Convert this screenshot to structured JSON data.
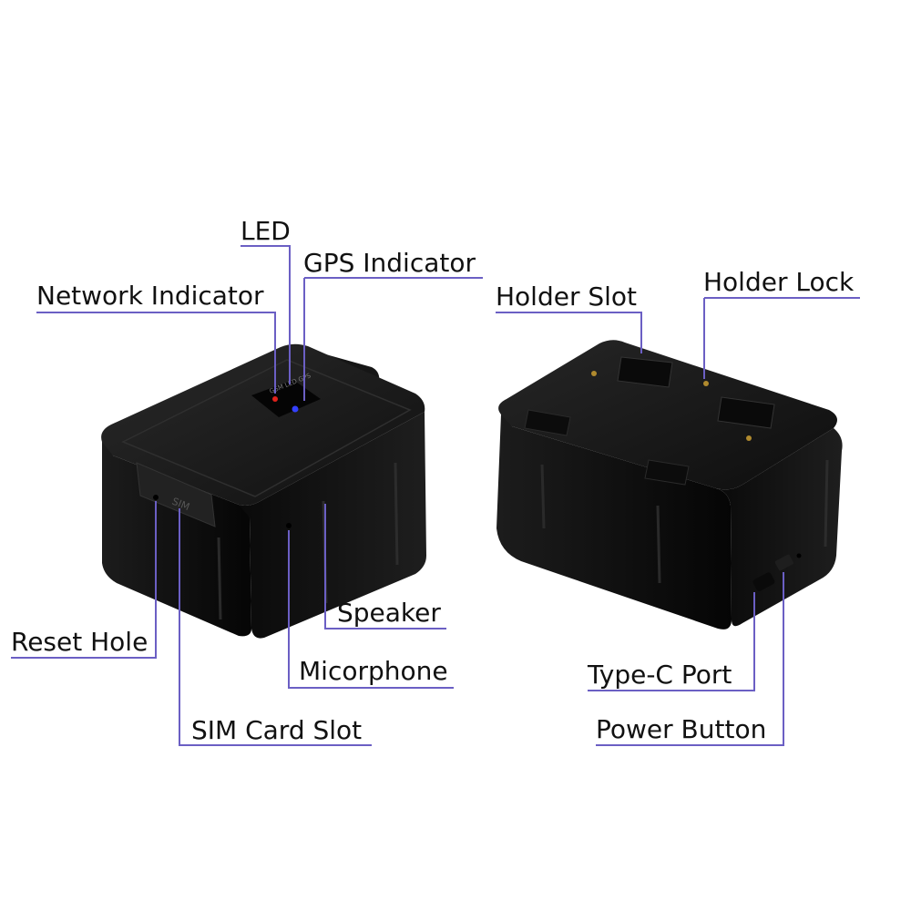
{
  "colors": {
    "leader_line": "#6b5fc4",
    "device_body": "#141414",
    "led_red": "#e0221b",
    "led_blue": "#3340ff"
  },
  "labels": {
    "led": "LED",
    "gps_indicator": "GPS Indicator",
    "network_indicator": "Network Indicator",
    "holder_slot": "Holder Slot",
    "holder_lock": "Holder Lock",
    "speaker": "Speaker",
    "reset_hole": "Reset Hole",
    "microphone": "Micorphone",
    "sim_card_slot": "SIM Card Slot",
    "type_c_port": "Type-C Port",
    "power_button": "Power Button"
  },
  "device_markings": {
    "led_panel": "GSM LED GPS",
    "sim": "SIM"
  }
}
